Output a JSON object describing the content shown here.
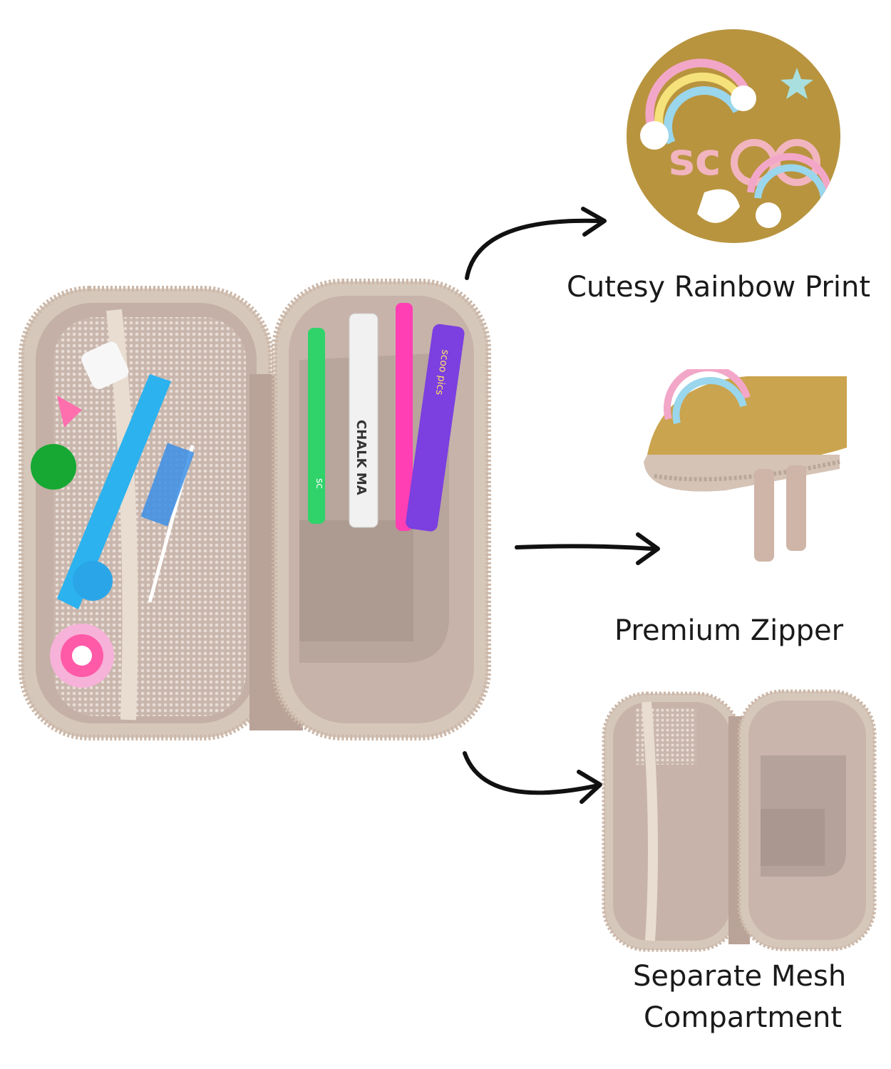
{
  "features": [
    {
      "label": "Cutesy Rainbow Print",
      "icon": "rainbow-print-closeup"
    },
    {
      "label": "Premium Zipper",
      "icon": "zipper-closeup"
    },
    {
      "label_line1": "Separate Mesh",
      "label_line2": "Compartment",
      "icon": "empty-case-closeup"
    }
  ],
  "main_case": {
    "pen_labels": [
      "sc",
      "CHALK MA",
      "scoo pics"
    ]
  },
  "colors": {
    "case_rim": "#cfbfb2",
    "case_inner": "#c8b6ad",
    "mesh": "#b9a59b",
    "gold": "#c8a24a",
    "arrow": "#111111"
  }
}
